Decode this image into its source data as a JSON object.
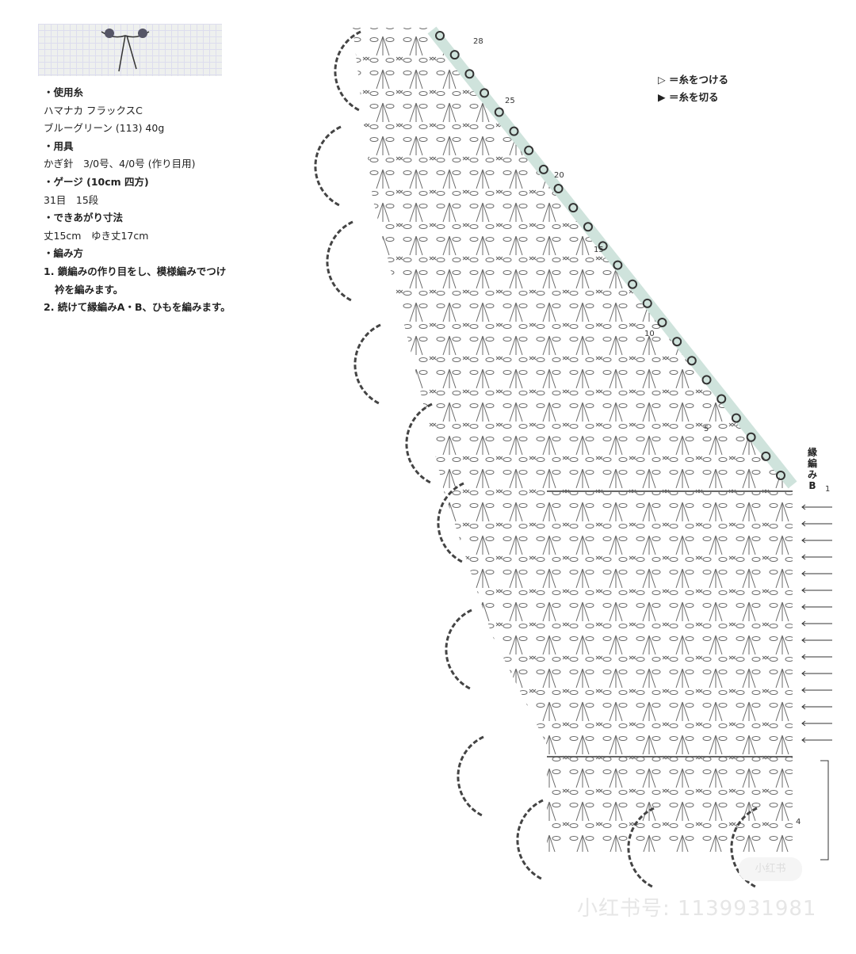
{
  "info": {
    "yarn_heading": "・使用糸",
    "yarn_brand": "ハマナカ フラックスC",
    "yarn_color": "ブルーグリーン (113) 40g",
    "tools_heading": "・用具",
    "tools": "かぎ針　3/0号、4/0号 (作り目用)",
    "gauge_heading": "・ゲージ (10cm 四方)",
    "gauge": "31目　15段",
    "size_heading": "・できあがり寸法",
    "size": "丈15cm　ゆき丈17cm",
    "method_heading": "・編み方",
    "step1a": "1. 鎖編みの作り目をし、模様編みでつけ",
    "step1b": "衿を編みます。",
    "step2": "2. 続けて縁編みA・B、ひもを編みます。"
  },
  "legend": {
    "attach": "＝糸をつける",
    "cut": "＝糸を切る",
    "attach_icon": "open-triangle-icon",
    "cut_icon": "filled-triangle-icon"
  },
  "rows": {
    "r28": "28",
    "r25": "25",
    "r20": "20",
    "r15": "15",
    "r10": "10",
    "r5": "5",
    "r1": "1",
    "r4": "4"
  },
  "edge_label": "縁編みB",
  "watermark": "小红书号: 1139931981",
  "badge": "小红书",
  "colors": {
    "ink": "#333333",
    "highlight": "#cfe3dc"
  }
}
